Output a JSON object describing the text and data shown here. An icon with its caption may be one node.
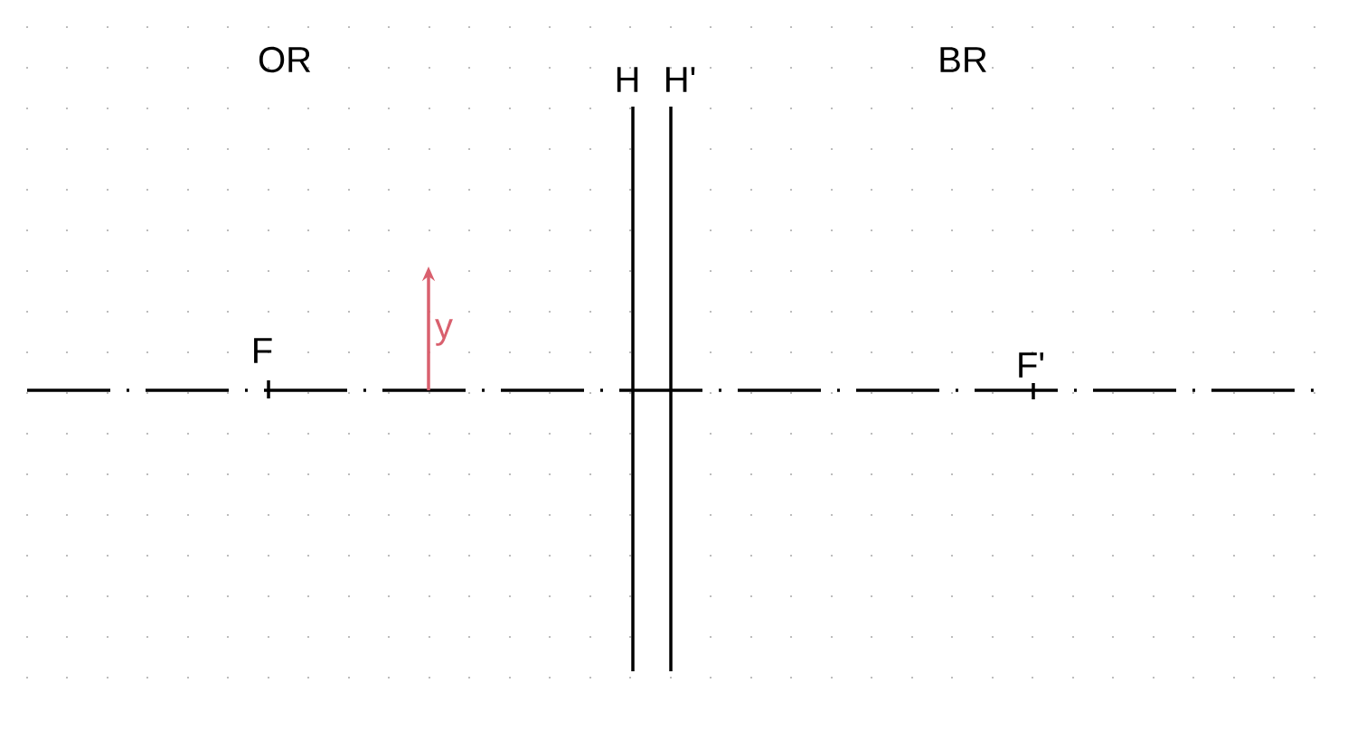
{
  "diagram": {
    "labels": [
      "OR",
      "BR",
      "H",
      "H'",
      "F",
      "F'",
      "y"
    ]
  }
}
